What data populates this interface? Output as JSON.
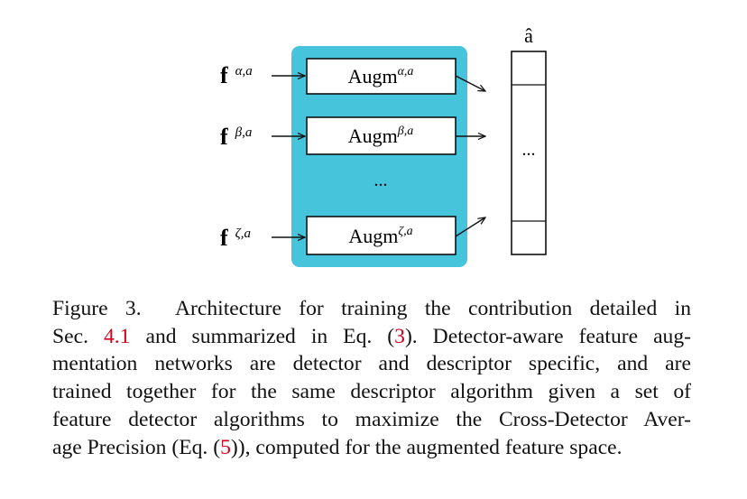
{
  "figure": {
    "inputs": [
      {
        "base": "f",
        "sup": "α,a"
      },
      {
        "base": "f",
        "sup": "β,a"
      },
      {
        "base": "f",
        "sup": "ζ,a"
      }
    ],
    "modules": [
      {
        "base": "Augm",
        "sup": "α,a"
      },
      {
        "base": "Augm",
        "sup": "β,a"
      },
      {
        "base": "Augm",
        "sup": "ζ,a"
      }
    ],
    "middle_ellipsis": "...",
    "output_label": "â",
    "output_ellipsis": "...",
    "panel_color": "#45c4dc"
  },
  "caption": {
    "label": "Figure 3.",
    "t1": "Architecture for training the contribution detailed in",
    "t2": "Sec.",
    "ref_sec": "4.1",
    "t3": "and summarized in Eq. (",
    "ref_eq3": "3",
    "t4": "). Detector-aware feature aug-",
    "l3": "mentation networks are detector and descriptor specific, and are",
    "l4": "trained together for the same descriptor algorithm given a set of",
    "l5": "feature detector algorithms to maximize the Cross-Detector Aver-",
    "t6a": "age Precision (Eq. (",
    "ref_eq5": "5",
    "t6b": ")), computed for the augmented feature space."
  }
}
